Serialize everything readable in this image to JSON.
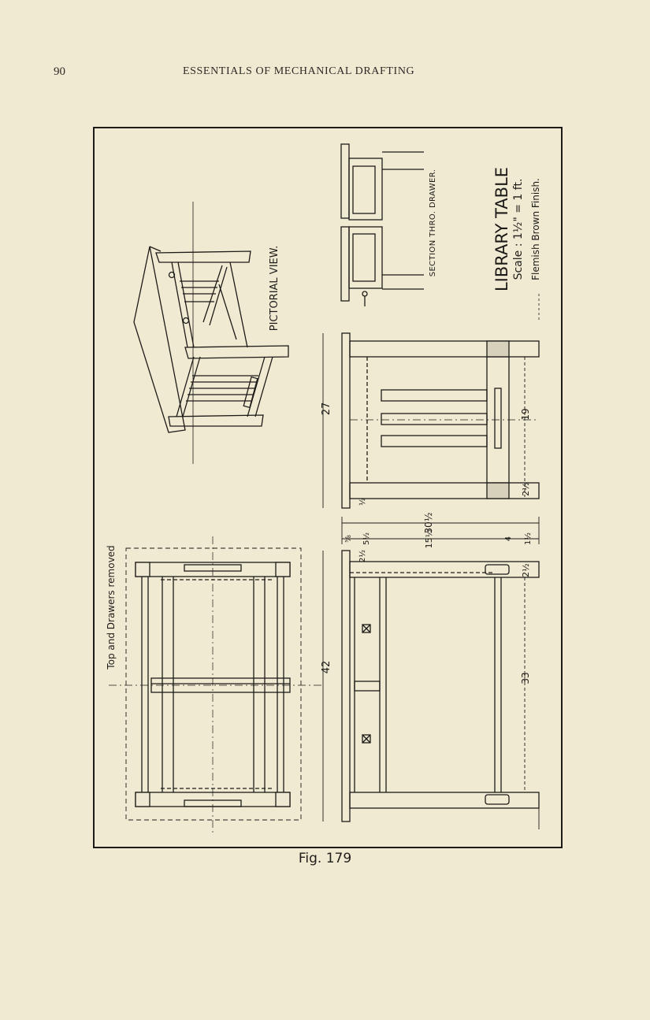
{
  "header": {
    "page_number": "90",
    "running_head": "ESSENTIALS OF MECHANICAL DRAFTING"
  },
  "drawing": {
    "pictorial_label": "PICTORIAL VIEW.",
    "section_label": "SECTION THRO. DRAWER.",
    "title": "LIBRARY TABLE",
    "scale": "Scale : 1½\" = 1 ft.",
    "finish": "Flemish Brown Finish.",
    "plan_label": "Top and Drawers removed",
    "dimensions": {
      "width_27": "27",
      "height_42": "42",
      "span_19": "19",
      "span_33": "33",
      "leg_2_1_2_a": "2½",
      "leg_2_1_2_b": "2½",
      "top_2_1_2": "2½",
      "thick_1_2": "½",
      "overall_30_1_2": "30½",
      "rail_15_1_2": "15½",
      "rail_5_1_2": "5½",
      "rail_4": "4",
      "rail_1_1_2": "1½",
      "rail_5_8": "⅝"
    }
  },
  "caption": "Fig. 179",
  "colors": {
    "paper": "#f1ead3",
    "ink": "#1d1b18"
  }
}
